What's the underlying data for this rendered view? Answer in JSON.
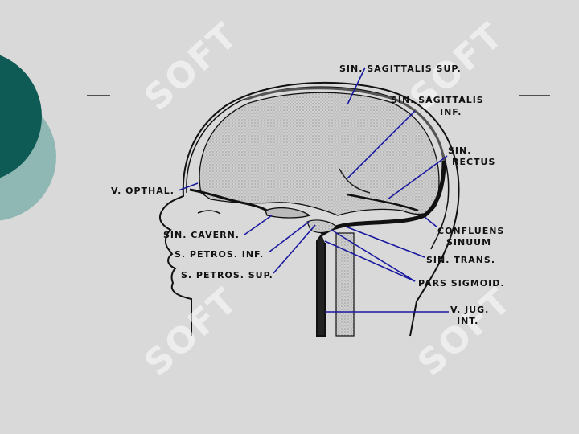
{
  "watermark": {
    "text": "SOFT",
    "color": "#b8ecc8"
  },
  "decor": {
    "circle_dark": "#0e5a55",
    "circle_light": "#8fb8b4"
  },
  "labels": {
    "sin_sagittalis_sup": "SIN. SAGITTALIS SUP.",
    "sin_sagittalis_inf_1": "SIN. SAGITTALIS",
    "sin_sagittalis_inf_2": "INF.",
    "sin_rectus_1": "SIN.",
    "sin_rectus_2": "RECTUS",
    "v_opthal": "V. OPTHAL.",
    "confluens_1": "CONFLUENS",
    "confluens_2": "SINUUM",
    "sin_cavern": "SIN. CAVERN.",
    "s_petros_inf": "S. PETROS. INF.",
    "sin_trans": "SIN. TRANS.",
    "s_petros_sup": "S. PETROS. SUP.",
    "pars_sigmoid": "PARS SIGMOID.",
    "v_jug_1": "V. JUG.",
    "v_jug_2": "INT."
  },
  "colors": {
    "leader_line": "#1a1aa0",
    "vein": "#111111",
    "brain_fill": "#c9c9c9"
  }
}
